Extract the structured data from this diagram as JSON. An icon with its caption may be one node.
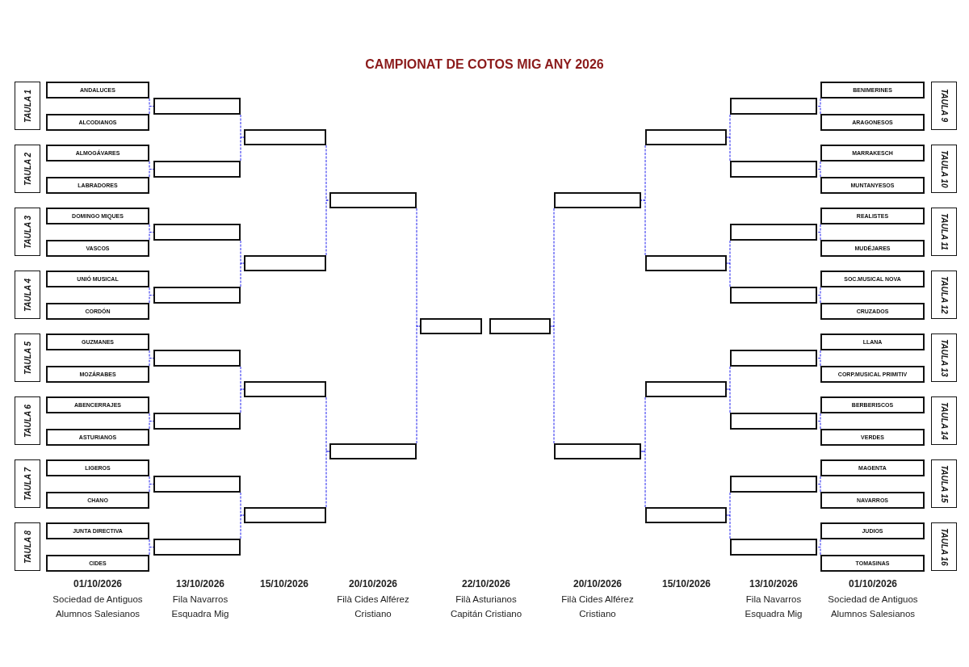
{
  "diagram": {
    "title": "CAMPIONAT DE COTOS MIG ANY 2026",
    "nodes": [
      {
        "text": [
          "TAULA 1"
        ]
      },
      {
        "text": [
          "TAULA 2"
        ]
      },
      {
        "text": [
          "TAULA 3"
        ]
      },
      {
        "text": [
          "TAULA 4"
        ]
      },
      {
        "text": [
          "TAULA 5"
        ]
      },
      {
        "text": [
          "TAULA 6"
        ]
      },
      {
        "text": [
          "TAULA 7"
        ]
      },
      {
        "text": [
          "TAULA 8"
        ]
      },
      {
        "text": [
          "TAULA 9"
        ]
      },
      {
        "text": [
          "TAULA 10"
        ]
      },
      {
        "text": [
          "TAULA 11"
        ]
      },
      {
        "text": [
          "TAULA 12"
        ]
      },
      {
        "text": [
          "TAULA 13"
        ]
      },
      {
        "text": [
          "TAULA 14"
        ]
      },
      {
        "text": [
          "TAULA 15"
        ]
      },
      {
        "text": [
          "TAULA 16"
        ]
      },
      {
        "text": [
          "ANDALUCES"
        ]
      },
      {
        "text": [
          "ALCODIANOS"
        ]
      },
      {
        "text": [
          "ALMOGÁVARES"
        ]
      },
      {
        "text": [
          "LABRADORES"
        ]
      },
      {
        "text": [
          "DOMINGO MIQUES"
        ]
      },
      {
        "text": [
          "VASCOS"
        ]
      },
      {
        "text": [
          "UNIÓ MUSICAL"
        ]
      },
      {
        "text": [
          "CORDÓN"
        ]
      },
      {
        "text": [
          "GUZMANES"
        ]
      },
      {
        "text": [
          "MOZÁRABES"
        ]
      },
      {
        "text": [
          "ABENCERRAJES"
        ]
      },
      {
        "text": [
          "ASTURIANOS"
        ]
      },
      {
        "text": [
          "LIGEROS"
        ]
      },
      {
        "text": [
          "CHANO"
        ]
      },
      {
        "text": [
          "JUNTA DIRECTIVA"
        ]
      },
      {
        "text": [
          "CIDES"
        ]
      },
      {
        "text": [
          "BENIMERINES"
        ]
      },
      {
        "text": [
          "ARAGONESOS"
        ]
      },
      {
        "text": [
          "MARRAKESCH"
        ]
      },
      {
        "text": [
          "MUNTANYESOS"
        ]
      },
      {
        "text": [
          "REALISTES"
        ]
      },
      {
        "text": [
          "MUDÉJARES"
        ]
      },
      {
        "text": [
          "SOC.MUSICAL NOVA"
        ]
      },
      {
        "text": [
          "CRUZADOS"
        ]
      },
      {
        "text": [
          "LLANA"
        ]
      },
      {
        "text": [
          "CORP.MUSICAL PRIMITIV"
        ]
      },
      {
        "text": [
          "BERBERISCOS"
        ]
      },
      {
        "text": [
          "VERDES"
        ]
      },
      {
        "text": [
          "MAGENTA"
        ]
      },
      {
        "text": [
          "NAVARROS"
        ]
      },
      {
        "text": [
          "JUDIOS"
        ]
      },
      {
        "text": [
          "TOMASINAS"
        ]
      },
      {
        "text": [],
        "shape": "box"
      },
      {
        "text": [],
        "shape": "box"
      },
      {
        "text": [],
        "shape": "box"
      },
      {
        "text": [],
        "shape": "box"
      },
      {
        "text": [],
        "shape": "box"
      },
      {
        "text": [],
        "shape": "box"
      },
      {
        "text": [],
        "shape": "box"
      },
      {
        "text": [],
        "shape": "box"
      },
      {
        "text": [],
        "shape": "box"
      },
      {
        "text": [],
        "shape": "box"
      },
      {
        "text": [],
        "shape": "box"
      },
      {
        "text": [],
        "shape": "box"
      },
      {
        "text": [],
        "shape": "box"
      },
      {
        "text": [],
        "shape": "box"
      },
      {
        "text": [],
        "shape": "box"
      },
      {
        "text": [],
        "shape": "box"
      },
      {
        "text": [],
        "shape": "box"
      },
      {
        "text": [],
        "shape": "box"
      },
      {
        "text": [],
        "shape": "box"
      },
      {
        "text": [],
        "shape": "box"
      },
      {
        "text": [],
        "shape": "box"
      },
      {
        "text": [],
        "shape": "box"
      },
      {
        "text": [],
        "shape": "box"
      },
      {
        "text": [],
        "shape": "box"
      },
      {
        "text": [],
        "shape": "box"
      },
      {
        "text": [],
        "shape": "box"
      },
      {
        "text": [],
        "shape": "box"
      },
      {
        "text": [],
        "shape": "box"
      },
      {
        "text": [],
        "shape": "box"
      },
      {
        "text": [],
        "shape": "box"
      }
    ],
    "edges": [
      {
        "from": 16,
        "to": 48,
        "arrow": "none",
        "style": "dashed"
      },
      {
        "from": 17,
        "to": 48,
        "arrow": "none",
        "style": "dashed"
      },
      {
        "from": 18,
        "to": 49,
        "arrow": "none",
        "style": "dashed"
      },
      {
        "from": 19,
        "to": 49,
        "arrow": "none",
        "style": "dashed"
      },
      {
        "from": 20,
        "to": 50,
        "arrow": "none",
        "style": "dashed"
      },
      {
        "from": 21,
        "to": 50,
        "arrow": "none",
        "style": "dashed"
      },
      {
        "from": 22,
        "to": 51,
        "arrow": "none",
        "style": "dashed"
      },
      {
        "from": 23,
        "to": 51,
        "arrow": "none",
        "style": "dashed"
      },
      {
        "from": 24,
        "to": 52,
        "arrow": "none",
        "style": "dashed"
      },
      {
        "from": 25,
        "to": 52,
        "arrow": "none",
        "style": "dashed"
      },
      {
        "from": 26,
        "to": 53,
        "arrow": "none",
        "style": "dashed"
      },
      {
        "from": 27,
        "to": 53,
        "arrow": "none",
        "style": "dashed"
      },
      {
        "from": 28,
        "to": 54,
        "arrow": "none",
        "style": "dashed"
      },
      {
        "from": 29,
        "to": 54,
        "arrow": "none",
        "style": "dashed"
      },
      {
        "from": 30,
        "to": 55,
        "arrow": "none",
        "style": "dashed"
      },
      {
        "from": 31,
        "to": 55,
        "arrow": "none",
        "style": "dashed"
      },
      {
        "from": 48,
        "to": 56,
        "arrow": "none",
        "style": "dashed"
      },
      {
        "from": 49,
        "to": 56,
        "arrow": "none",
        "style": "dashed"
      },
      {
        "from": 50,
        "to": 57,
        "arrow": "none",
        "style": "dashed"
      },
      {
        "from": 51,
        "to": 57,
        "arrow": "none",
        "style": "dashed"
      },
      {
        "from": 52,
        "to": 58,
        "arrow": "none",
        "style": "dashed"
      },
      {
        "from": 53,
        "to": 58,
        "arrow": "none",
        "style": "dashed"
      },
      {
        "from": 54,
        "to": 59,
        "arrow": "none",
        "style": "dashed"
      },
      {
        "from": 55,
        "to": 59,
        "arrow": "none",
        "style": "dashed"
      },
      {
        "from": 56,
        "to": 60,
        "arrow": "none",
        "style": "dashed"
      },
      {
        "from": 57,
        "to": 60,
        "arrow": "none",
        "style": "dashed"
      },
      {
        "from": 58,
        "to": 61,
        "arrow": "none",
        "style": "dashed"
      },
      {
        "from": 59,
        "to": 61,
        "arrow": "none",
        "style": "dashed"
      },
      {
        "from": 60,
        "to": 62,
        "arrow": "none",
        "style": "dashed"
      },
      {
        "from": 61,
        "to": 62,
        "arrow": "none",
        "style": "dashed"
      },
      {
        "from": 64,
        "to": 63,
        "arrow": "none",
        "style": "dashed"
      },
      {
        "from": 65,
        "to": 63,
        "arrow": "none",
        "style": "dashed"
      },
      {
        "from": 66,
        "to": 64,
        "arrow": "none",
        "style": "dashed"
      },
      {
        "from": 67,
        "to": 64,
        "arrow": "none",
        "style": "dashed"
      },
      {
        "from": 68,
        "to": 65,
        "arrow": "none",
        "style": "dashed"
      },
      {
        "from": 69,
        "to": 65,
        "arrow": "none",
        "style": "dashed"
      },
      {
        "from": 70,
        "to": 66,
        "arrow": "none",
        "style": "dashed"
      },
      {
        "from": 71,
        "to": 66,
        "arrow": "none",
        "style": "dashed"
      },
      {
        "from": 72,
        "to": 67,
        "arrow": "none",
        "style": "dashed"
      },
      {
        "from": 73,
        "to": 67,
        "arrow": "none",
        "style": "dashed"
      },
      {
        "from": 74,
        "to": 68,
        "arrow": "none",
        "style": "dashed"
      },
      {
        "from": 75,
        "to": 68,
        "arrow": "none",
        "style": "dashed"
      },
      {
        "from": 76,
        "to": 69,
        "arrow": "none",
        "style": "dashed"
      },
      {
        "from": 77,
        "to": 69,
        "arrow": "none",
        "style": "dashed"
      },
      {
        "from": 32,
        "to": 70,
        "arrow": "none",
        "style": "dashed"
      },
      {
        "from": 33,
        "to": 70,
        "arrow": "none",
        "style": "dashed"
      },
      {
        "from": 34,
        "to": 71,
        "arrow": "none",
        "style": "dashed"
      },
      {
        "from": 35,
        "to": 71,
        "arrow": "none",
        "style": "dashed"
      },
      {
        "from": 36,
        "to": 72,
        "arrow": "none",
        "style": "dashed"
      },
      {
        "from": 37,
        "to": 72,
        "arrow": "none",
        "style": "dashed"
      },
      {
        "from": 38,
        "to": 73,
        "arrow": "none",
        "style": "dashed"
      },
      {
        "from": 39,
        "to": 73,
        "arrow": "none",
        "style": "dashed"
      },
      {
        "from": 40,
        "to": 74,
        "arrow": "none",
        "style": "dashed"
      },
      {
        "from": 41,
        "to": 74,
        "arrow": "none",
        "style": "dashed"
      },
      {
        "from": 42,
        "to": 75,
        "arrow": "none",
        "style": "dashed"
      },
      {
        "from": 43,
        "to": 75,
        "arrow": "none",
        "style": "dashed"
      },
      {
        "from": 44,
        "to": 76,
        "arrow": "none",
        "style": "dashed"
      },
      {
        "from": 45,
        "to": 76,
        "arrow": "none",
        "style": "dashed"
      },
      {
        "from": 46,
        "to": 77,
        "arrow": "none",
        "style": "dashed"
      },
      {
        "from": 47,
        "to": 77,
        "arrow": "none",
        "style": "dashed"
      }
    ],
    "labels": [
      "01/10/2026",
      "Sociedad de Antiguos Alumnos Salesianos",
      "13/10/2026",
      "Fila Navarros Esquadra Mig",
      "15/10/2026",
      "20/10/2026",
      "Filà Cides Alférez Cristiano",
      "22/10/2026",
      "Filà Asturianos Capitán Cristiano",
      "20/10/2026",
      "Filà Cides Alférez Cristiano",
      "15/10/2026",
      "13/10/2026",
      "Fila Navarros Esquadra Mig",
      "01/10/2026",
      "Sociedad de Antiguos Alumnos Salesianos"
    ]
  }
}
